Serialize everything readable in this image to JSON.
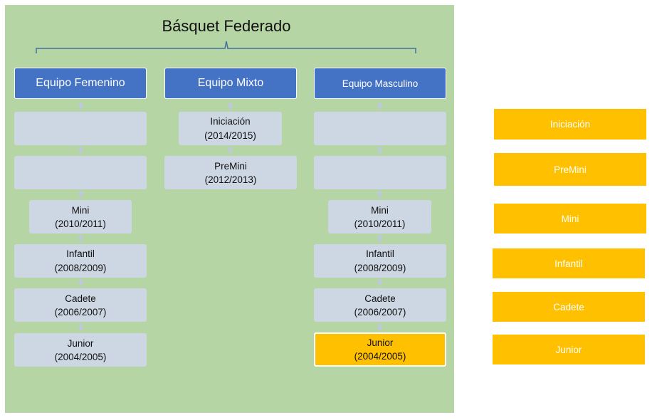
{
  "title": "Básquet Federado",
  "columns": {
    "femenino": {
      "header": "Equipo Femenino",
      "levels": [
        {
          "name": "",
          "years": ""
        },
        {
          "name": "",
          "years": ""
        },
        {
          "name": "Mini",
          "years": "(2010/2011)"
        },
        {
          "name": "Infantil",
          "years": "(2008/2009)"
        },
        {
          "name": "Cadete",
          "years": "(2006/2007)"
        },
        {
          "name": "Junior",
          "years": "(2004/2005)"
        }
      ]
    },
    "mixto": {
      "header": "Equipo Mixto",
      "levels": [
        {
          "name": "Iniciación",
          "years": "(2014/2015)"
        },
        {
          "name": "PreMini",
          "years": "(2012/2013)"
        }
      ]
    },
    "masculino": {
      "header": "Equipo Masculino",
      "levels": [
        {
          "name": "",
          "years": ""
        },
        {
          "name": "",
          "years": ""
        },
        {
          "name": "Mini",
          "years": "(2010/2011)"
        },
        {
          "name": "Infantil",
          "years": "(2008/2009)"
        },
        {
          "name": "Cadete",
          "years": "(2006/2007)"
        },
        {
          "name": "Junior",
          "years": "(2004/2005)",
          "highlighted": true
        }
      ]
    }
  },
  "legend": [
    "Iniciación",
    "PreMini",
    "Mini",
    "Infantil",
    "Cadete",
    "Junior"
  ],
  "colors": {
    "panel": "#b6d5a5",
    "header": "#4472c4",
    "level": "#cdd6e3",
    "highlight": "#ffc000",
    "connector": "#41719c"
  }
}
